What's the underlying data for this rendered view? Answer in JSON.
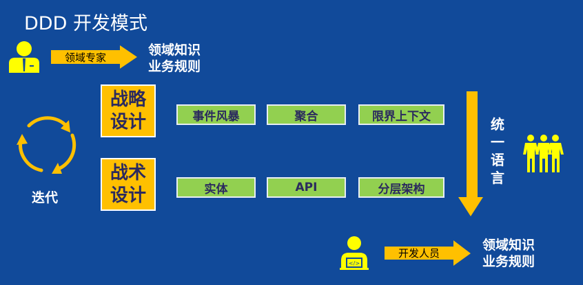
{
  "title": "DDD 开发模式",
  "expert": {
    "arrow_label": "领域专家",
    "knowledge_line1": "领域知识",
    "knowledge_line2": "业务规则"
  },
  "iteration_label": "迭代",
  "strategic": {
    "label_line1": "战略",
    "label_line2": "设计",
    "items": [
      "事件风暴",
      "聚合",
      "限界上下文"
    ]
  },
  "tactical": {
    "label_line1": "战术",
    "label_line2": "设计",
    "items": [
      "实体",
      "API",
      "分层架构"
    ]
  },
  "ubiquitous_language": [
    "统",
    "一",
    "语",
    "言"
  ],
  "developer": {
    "arrow_label": "开发人员",
    "knowledge_line1": "领域知识",
    "knowledge_line2": "业务规则"
  },
  "colors": {
    "background": "#114a9a",
    "orange": "#ffc000",
    "green": "#92d050",
    "yellow": "#ffff00",
    "navy_text": "#2b2a5e"
  }
}
